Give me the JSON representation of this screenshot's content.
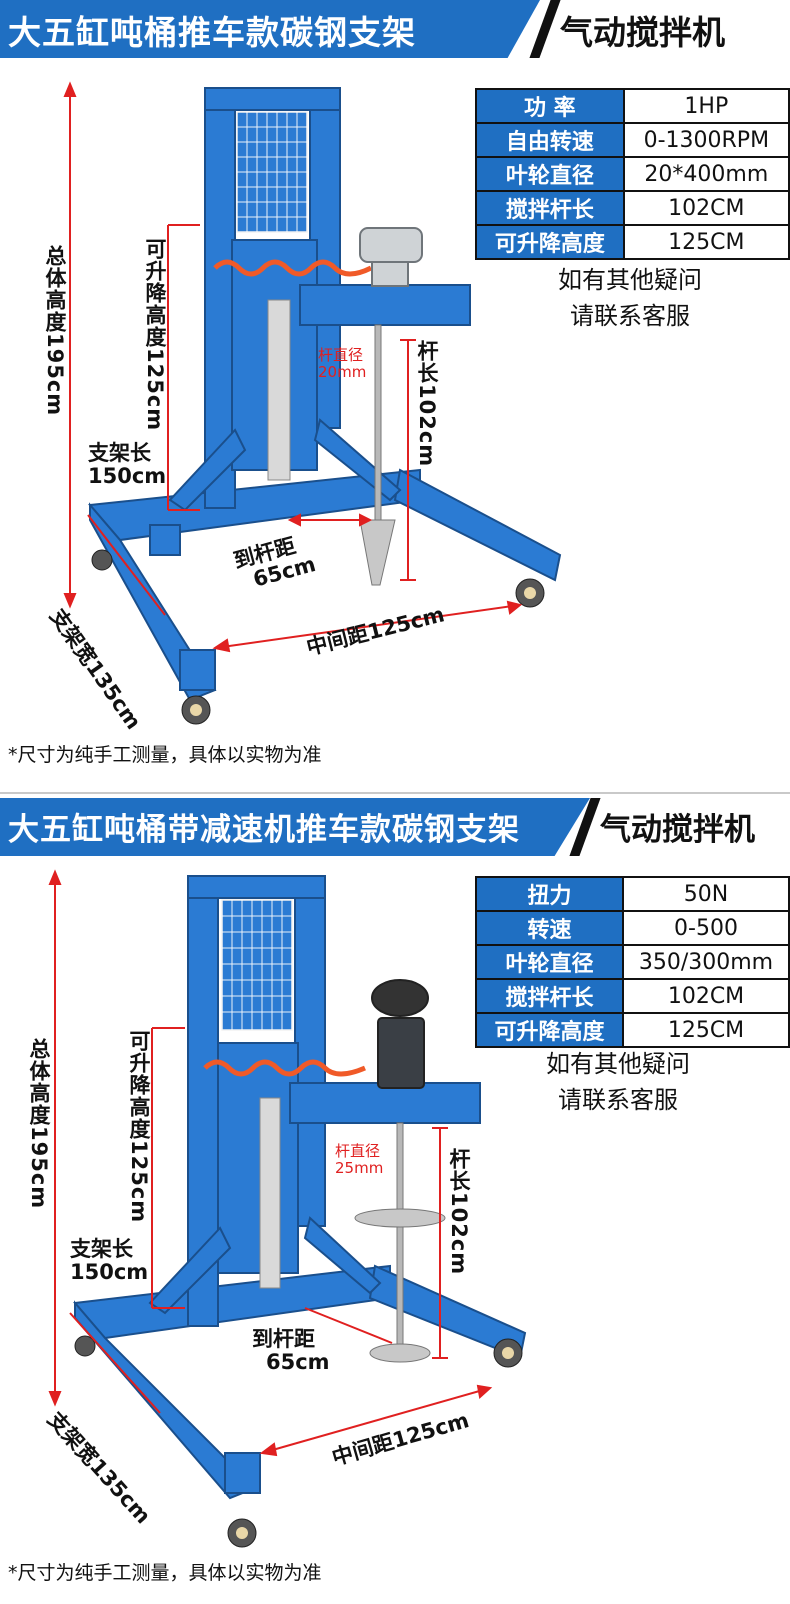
{
  "panel1": {
    "title": "大五缸吨桶推车款碳钢支架",
    "subtitle": "气动搅拌机",
    "specs": [
      {
        "key": "功 率",
        "value": "1HP"
      },
      {
        "key": "自由转速",
        "value": "0-1300RPM"
      },
      {
        "key": "叶轮直径",
        "value": "20*400mm"
      },
      {
        "key": "搅拌杆长",
        "value": "102CM"
      },
      {
        "key": "可升降高度",
        "value": "125CM"
      }
    ],
    "contact": [
      "如有其他疑问",
      "请联系客服"
    ],
    "dims": {
      "total_height": "总体高度195cm",
      "lift_height": "可升降高度125cm",
      "rod_diameter": [
        "杆直径",
        "20mm"
      ],
      "rod_length": "杆长102cm",
      "stand_length": [
        "支架长",
        "150cm"
      ],
      "to_rod": [
        "到杆距",
        "65cm"
      ],
      "stand_width": "支架宽135cm",
      "middle_distance": "中间距125cm"
    },
    "note": "*尺寸为纯手工测量，具体以实物为准"
  },
  "panel2": {
    "title": "大五缸吨桶带减速机推车款碳钢支架",
    "subtitle": "气动搅拌机",
    "specs": [
      {
        "key": "扭力",
        "value": "50N"
      },
      {
        "key": "转速",
        "value": "0-500"
      },
      {
        "key": "叶轮直径",
        "value": "350/300mm"
      },
      {
        "key": "搅拌杆长",
        "value": "102CM"
      },
      {
        "key": "可升降高度",
        "value": "125CM"
      }
    ],
    "contact": [
      "如有其他疑问",
      "请联系客服"
    ],
    "dims": {
      "total_height": "总体高度195cm",
      "lift_height": "可升降高度125cm",
      "rod_diameter": [
        "杆直径",
        "25mm"
      ],
      "rod_length": "杆长102cm",
      "stand_length": [
        "支架长",
        "150cm"
      ],
      "to_rod": [
        "到杆距",
        "65cm"
      ],
      "stand_width": "支架宽135cm",
      "middle_distance": "中间距125cm"
    },
    "note": "*尺寸为纯手工测量，具体以实物为准"
  },
  "colors": {
    "brand_blue": "#1f6fc2",
    "dim_red": "#e02020",
    "frame_blue": "#2b7bd3"
  }
}
